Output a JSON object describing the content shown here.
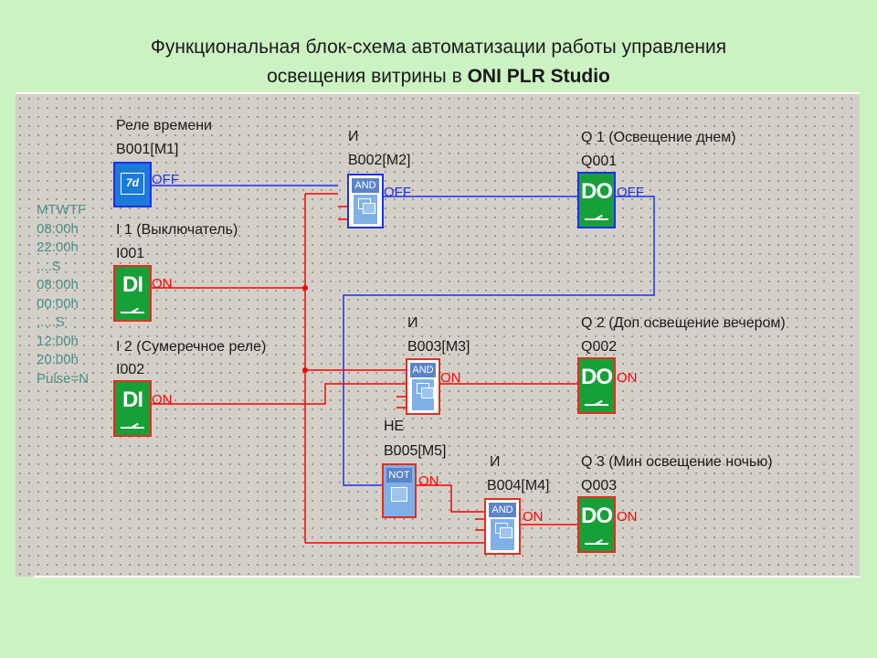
{
  "title": {
    "line1": "Функциональная блок-схема автоматизации работы управления",
    "line2_prefix": "освещения витрины в ",
    "line2_bold": "ONI PLR Studio"
  },
  "timer_params": [
    "MTWTF",
    "08:00h",
    "22:00h",
    "....S",
    "08:00h",
    "00:00h",
    ".....S",
    "12:00h",
    "20:00h",
    "Pulse=N"
  ],
  "blocks": {
    "b001": {
      "caption": "Реле времени",
      "id": "B001[M1]",
      "icon_text": "7d",
      "state": "OFF"
    },
    "i001": {
      "caption": "I 1 (Выключатель)",
      "id": "I001",
      "text": "DI",
      "state": "ON"
    },
    "i002": {
      "caption": "I 2 (Сумеречное реле)",
      "id": "I002",
      "text": "DI",
      "state": "ON"
    },
    "b002": {
      "caption": "И",
      "id": "B002[M2]",
      "head": "AND",
      "state": "OFF"
    },
    "b003": {
      "caption": "И",
      "id": "B003[M3]",
      "head": "AND",
      "state": "ON"
    },
    "b005": {
      "caption": "НЕ",
      "id": "B005[M5]",
      "head": "NOT",
      "state": "ON"
    },
    "b004": {
      "caption": "И",
      "id": "B004[M4]",
      "head": "AND",
      "state": "ON"
    },
    "q001": {
      "caption": "Q 1 (Освещение днем)",
      "id": "Q001",
      "text": "DO",
      "state": "OFF"
    },
    "q002": {
      "caption": "Q 2 (Доп освещение вечером)",
      "id": "Q002",
      "text": "DO",
      "state": "ON"
    },
    "q003": {
      "caption": "Q 3 (Мин освещение ночью)",
      "id": "Q003",
      "text": "DO",
      "state": "ON"
    }
  },
  "colors": {
    "background": "#ccf2c4",
    "canvas": "#d4d0c8",
    "signal_on": "#ff0000",
    "signal_off": "#1c2ff0",
    "io_block": "#18a038",
    "gate_header": "#5c84c8"
  }
}
